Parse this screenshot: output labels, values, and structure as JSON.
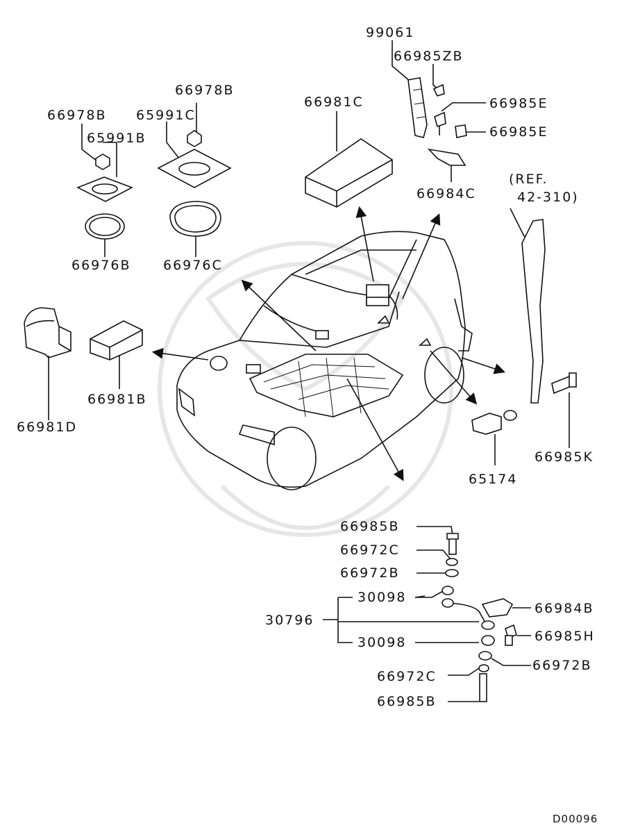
{
  "labels": {
    "p99061": "99061",
    "p66985ZB": "66985ZB",
    "p66985E_1": "66985E",
    "p66985E_2": "66985E",
    "p66981C": "66981C",
    "p66984C": "66984C",
    "ref_line1": "(REF.",
    "ref_line2": "42-310)",
    "p66978B_left": "66978B",
    "p66978B_right": "66978B",
    "p65991C": "65991C",
    "p65991B": "65991B",
    "p66976B": "66976B",
    "p66976C": "66976C",
    "p66981B": "66981B",
    "p66981D": "66981D",
    "p66985K": "66985K",
    "p65174": "65174",
    "p66985B_top": "66985B",
    "p66972C_top": "66972C",
    "p66972B_top": "66972B",
    "p30098_top": "30098",
    "p30796": "30796",
    "p30098_bottom": "30098",
    "p66984B": "66984B",
    "p66985H": "66985H",
    "p66972B_bottom": "66972B",
    "p66972C_bottom": "66972C",
    "p66985B_bottom": "66985B",
    "diagram_code": "D00096"
  }
}
